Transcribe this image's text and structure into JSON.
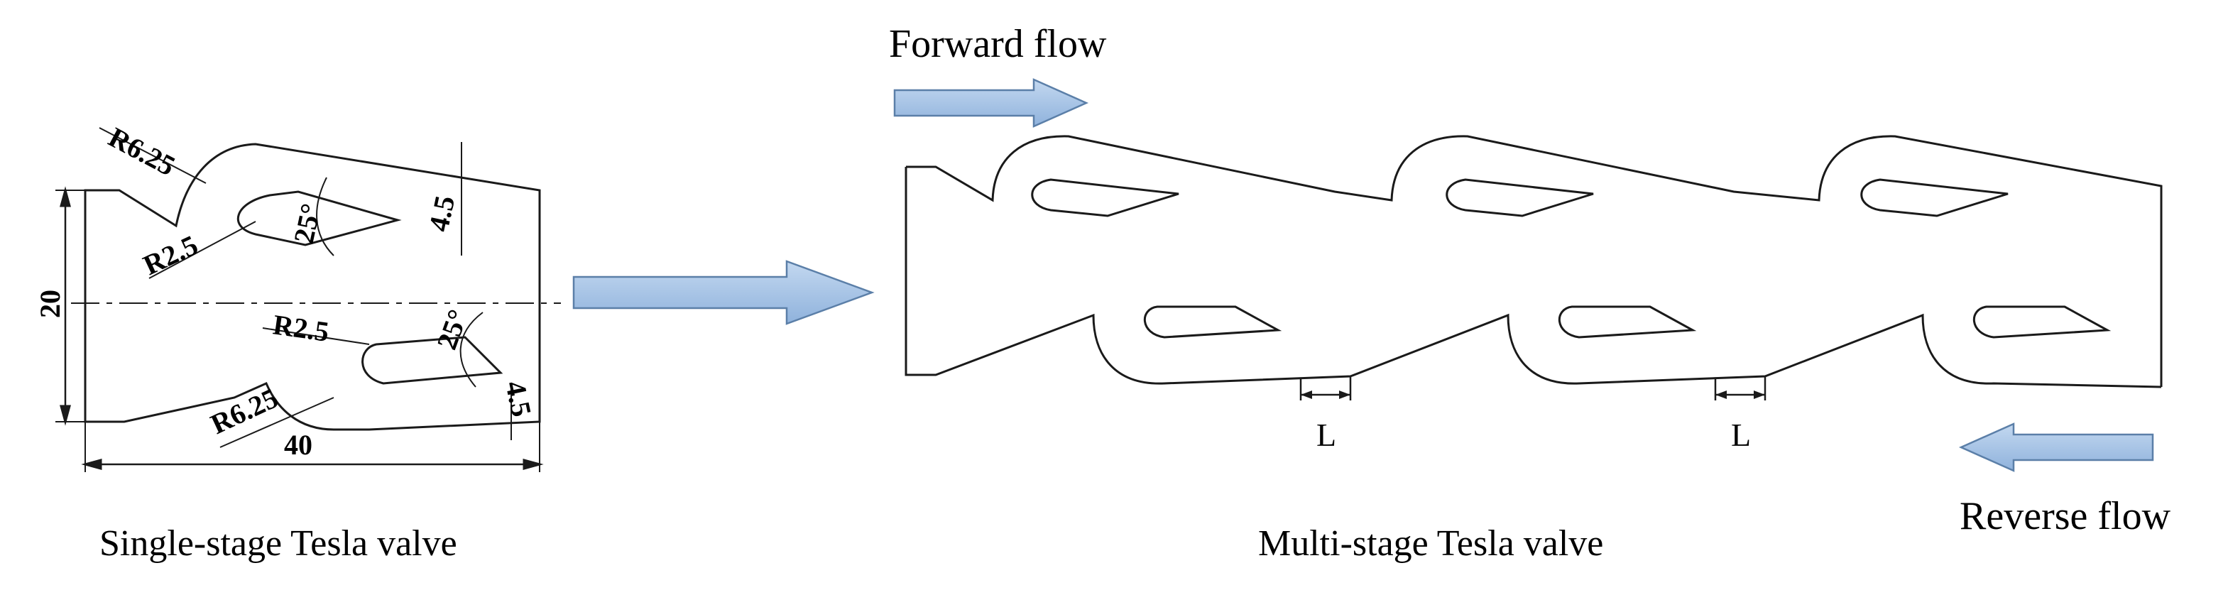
{
  "single_stage": {
    "caption": "Single-stage  Tesla valve",
    "dim_r_outer_top": "R6.25",
    "dim_r_inner_top": "R2.5",
    "dim_angle_top": "25°",
    "dim_gap_top": "4.5",
    "dim_height": "20",
    "dim_r_inner_bottom": "R2.5",
    "dim_angle_bottom": "25°",
    "dim_r_outer_bottom": "R6.25",
    "dim_gap_bottom": "4.5",
    "dim_length": "40"
  },
  "multi_stage": {
    "caption": "Multi-stage  Tesla valve",
    "gap_label_1": "L",
    "gap_label_2": "L"
  },
  "flow": {
    "forward_label": "Forward flow",
    "reverse_label": "Reverse flow"
  },
  "colors": {
    "arrow_fill": "#a9c6e8",
    "arrow_stroke": "#5b7fa8",
    "line": "#1a1a1a"
  }
}
